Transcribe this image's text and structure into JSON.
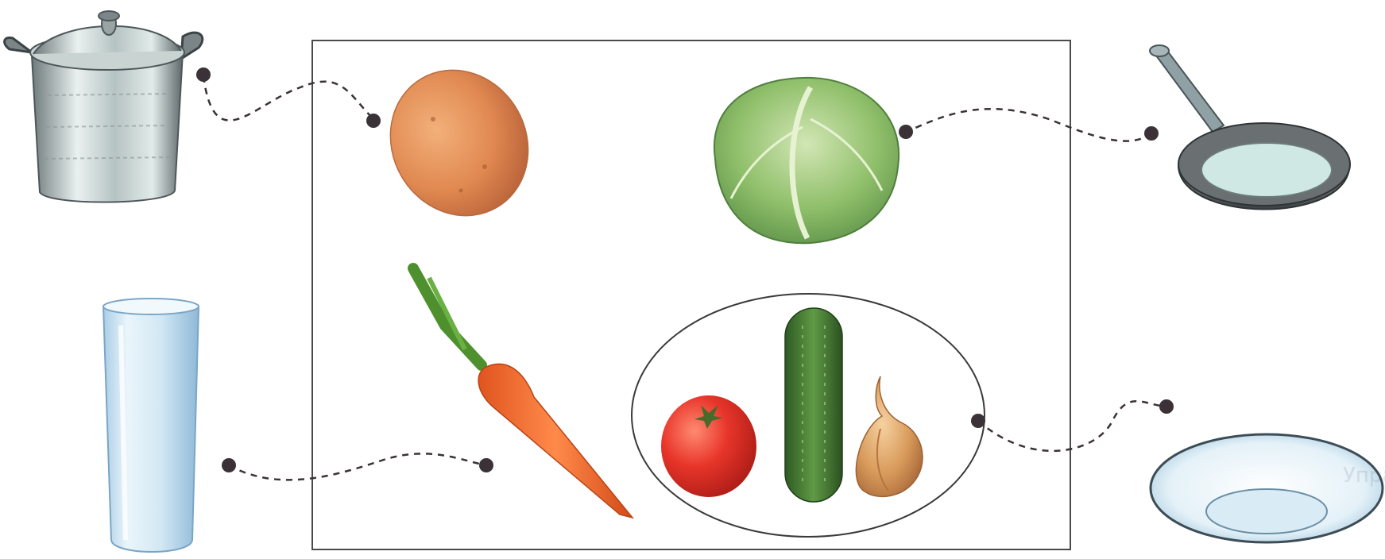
{
  "image": {
    "kind": "matching exercise",
    "background": "#ffffff",
    "frame_color": "#4a4a4a",
    "dot_color": "#3a3236",
    "line_color": "#3a3236"
  },
  "kitchenware": [
    {
      "name": "cooking-pot",
      "label": ""
    },
    {
      "name": "drinking-glass",
      "label": ""
    },
    {
      "name": "frying-pan",
      "label": ""
    },
    {
      "name": "plate",
      "label": ""
    }
  ],
  "vegetables": [
    {
      "name": "potato"
    },
    {
      "name": "cabbage"
    },
    {
      "name": "carrot"
    },
    {
      "name": "salad-group",
      "items": [
        "tomato",
        "cucumber",
        "onion"
      ]
    }
  ],
  "connections": [
    {
      "from": "cooking-pot",
      "to": "potato"
    },
    {
      "from": "drinking-glass",
      "to": "carrot"
    },
    {
      "from": "frying-pan",
      "to": "cabbage"
    },
    {
      "from": "plate",
      "to": "salad-group"
    }
  ],
  "faint_text": "Упражнение «Повар»"
}
